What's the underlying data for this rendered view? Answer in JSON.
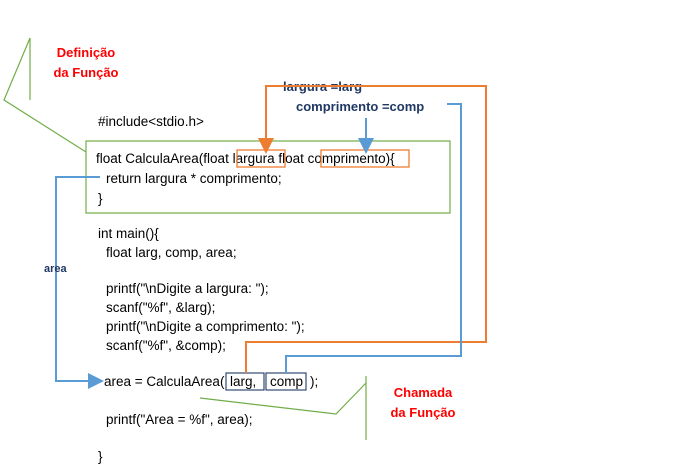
{
  "labels": {
    "definicao_line1": "Definição",
    "definicao_line2": "da Função",
    "chamada_line1": "Chamada",
    "chamada_line2": "da Função",
    "largura_map": "largura =larg",
    "comprimento_map": "comprimento =comp",
    "area": "area"
  },
  "code": {
    "include": "#include<stdio.h>",
    "func_sig_pre": "float CalculaArea(float ",
    "func_param1": "largura",
    "func_sig_mid": " float ",
    "func_param2": "comprimento",
    "func_sig_post": "){",
    "func_return": "return largura * comprimento;",
    "func_close": "}",
    "main_open": "int main(){",
    "decl": "float larg, comp, area;",
    "printf1": "printf(\"\\nDigite a largura: \");",
    "scanf1": "scanf(\"%f\", &larg);",
    "printf2": "printf(\"\\nDigite a comprimento: \");",
    "scanf2": "scanf(\"%f\", &comp);",
    "call_pre": "area = CalculaArea(",
    "call_arg1": "larg,",
    "call_arg2": "comp",
    "call_post": ");",
    "printf3": "printf(\"Area = %f\", area);",
    "main_close": "}"
  },
  "colors": {
    "red": "#ff0000",
    "orange": "#ed7d31",
    "blue": "#5b9bd5",
    "navy": "#1f3864",
    "green": "#70ad47"
  }
}
